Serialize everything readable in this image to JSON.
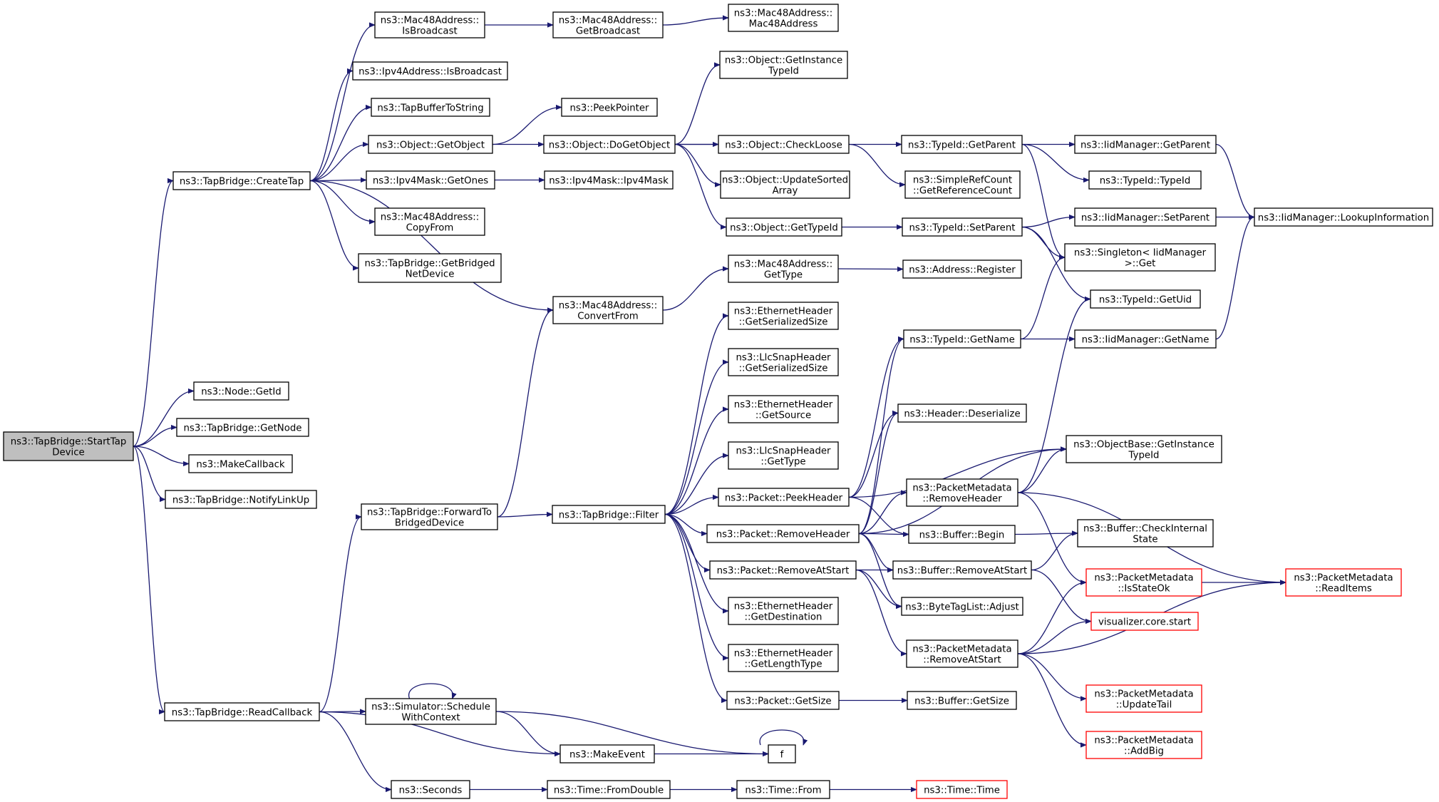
{
  "diagram": {
    "title": "",
    "root": "ns3::TapBridge::StartTap Device",
    "nodes": [
      {
        "id": "startTap",
        "lines": [
          "ns3::TapBridge::StartTap",
          "Device"
        ],
        "style": "root"
      },
      {
        "id": "createTap",
        "lines": [
          "ns3::TapBridge::CreateTap"
        ]
      },
      {
        "id": "nodeGetId",
        "lines": [
          "ns3::Node::GetId"
        ]
      },
      {
        "id": "getNode",
        "lines": [
          "ns3::TapBridge::GetNode"
        ]
      },
      {
        "id": "makeCallback",
        "lines": [
          "ns3::MakeCallback"
        ]
      },
      {
        "id": "notifyLinkUp",
        "lines": [
          "ns3::TapBridge::NotifyLinkUp"
        ]
      },
      {
        "id": "readCallback",
        "lines": [
          "ns3::TapBridge::ReadCallback"
        ]
      },
      {
        "id": "macIsBroadcast",
        "lines": [
          "ns3::Mac48Address::",
          "IsBroadcast"
        ]
      },
      {
        "id": "ipv4IsBroadcast",
        "lines": [
          "ns3::Ipv4Address::IsBroadcast"
        ]
      },
      {
        "id": "tapBufferToString",
        "lines": [
          "ns3::TapBufferToString"
        ]
      },
      {
        "id": "objGetObject",
        "lines": [
          "ns3::Object::GetObject"
        ]
      },
      {
        "id": "ipv4MaskGetOnes",
        "lines": [
          "ns3::Ipv4Mask::GetOnes"
        ]
      },
      {
        "id": "macCopyFrom",
        "lines": [
          "ns3::Mac48Address::",
          "CopyFrom"
        ]
      },
      {
        "id": "getBridgedNetDevice",
        "lines": [
          "ns3::TapBridge::GetBridged",
          "NetDevice"
        ]
      },
      {
        "id": "forwardTo",
        "lines": [
          "ns3::TapBridge::ForwardTo",
          "BridgedDevice"
        ]
      },
      {
        "id": "scheduleWithContext",
        "lines": [
          "ns3::Simulator::Schedule",
          "WithContext"
        ]
      },
      {
        "id": "seconds",
        "lines": [
          "ns3::Seconds"
        ]
      },
      {
        "id": "macGetBroadcast",
        "lines": [
          "ns3::Mac48Address::",
          "GetBroadcast"
        ]
      },
      {
        "id": "peekPointer",
        "lines": [
          "ns3::PeekPointer"
        ]
      },
      {
        "id": "doGetObject",
        "lines": [
          "ns3::Object::DoGetObject"
        ]
      },
      {
        "id": "ipv4MaskCtor",
        "lines": [
          "ns3::Ipv4Mask::Ipv4Mask"
        ]
      },
      {
        "id": "macConvertFrom",
        "lines": [
          "ns3::Mac48Address::",
          "ConvertFrom"
        ]
      },
      {
        "id": "tapFilter",
        "lines": [
          "ns3::TapBridge::Filter"
        ]
      },
      {
        "id": "makeEvent",
        "lines": [
          "ns3::MakeEvent"
        ]
      },
      {
        "id": "timeFromDouble",
        "lines": [
          "ns3::Time::FromDouble"
        ]
      },
      {
        "id": "macCtor",
        "lines": [
          "ns3::Mac48Address::",
          "Mac48Address"
        ]
      },
      {
        "id": "getInstanceTypeId",
        "lines": [
          "ns3::Object::GetInstance",
          "TypeId"
        ]
      },
      {
        "id": "checkLoose",
        "lines": [
          "ns3::Object::CheckLoose"
        ]
      },
      {
        "id": "updateSortedArray",
        "lines": [
          "ns3::Object::UpdateSorted",
          "Array"
        ]
      },
      {
        "id": "objGetTypeId",
        "lines": [
          "ns3::Object::GetTypeId"
        ]
      },
      {
        "id": "macGetType",
        "lines": [
          "ns3::Mac48Address::",
          "GetType"
        ]
      },
      {
        "id": "ethGetSerializedSize",
        "lines": [
          "ns3::EthernetHeader",
          "::GetSerializedSize"
        ]
      },
      {
        "id": "llcGetSerializedSize",
        "lines": [
          "ns3::LlcSnapHeader",
          "::GetSerializedSize"
        ]
      },
      {
        "id": "ethGetSource",
        "lines": [
          "ns3::EthernetHeader",
          "::GetSource"
        ]
      },
      {
        "id": "llcGetType",
        "lines": [
          "ns3::LlcSnapHeader",
          "::GetType"
        ]
      },
      {
        "id": "packetPeekHeader",
        "lines": [
          "ns3::Packet::PeekHeader"
        ]
      },
      {
        "id": "packetRemoveHeader",
        "lines": [
          "ns3::Packet::RemoveHeader"
        ]
      },
      {
        "id": "packetRemoveAtStart",
        "lines": [
          "ns3::Packet::RemoveAtStart"
        ]
      },
      {
        "id": "ethGetDestination",
        "lines": [
          "ns3::EthernetHeader",
          "::GetDestination"
        ]
      },
      {
        "id": "ethGetLengthType",
        "lines": [
          "ns3::EthernetHeader",
          "::GetLengthType"
        ]
      },
      {
        "id": "packetGetSize",
        "lines": [
          "ns3::Packet::GetSize"
        ]
      },
      {
        "id": "f",
        "lines": [
          "f"
        ]
      },
      {
        "id": "timeFrom",
        "lines": [
          "ns3::Time::From"
        ]
      },
      {
        "id": "typeIdGetParent",
        "lines": [
          "ns3::TypeId::GetParent"
        ]
      },
      {
        "id": "getReferenceCount",
        "lines": [
          "ns3::SimpleRefCount",
          "::GetReferenceCount"
        ]
      },
      {
        "id": "typeIdSetParent",
        "lines": [
          "ns3::TypeId::SetParent"
        ]
      },
      {
        "id": "addressRegister",
        "lines": [
          "ns3::Address::Register"
        ]
      },
      {
        "id": "typeIdGetName",
        "lines": [
          "ns3::TypeId::GetName"
        ]
      },
      {
        "id": "headerDeserialize",
        "lines": [
          "ns3::Header::Deserialize"
        ]
      },
      {
        "id": "pmRemoveHeader",
        "lines": [
          "ns3::PacketMetadata",
          "::RemoveHeader"
        ]
      },
      {
        "id": "bufferBegin",
        "lines": [
          "ns3::Buffer::Begin"
        ]
      },
      {
        "id": "bufferRemoveAtStart",
        "lines": [
          "ns3::Buffer::RemoveAtStart"
        ]
      },
      {
        "id": "byteTagListAdjust",
        "lines": [
          "ns3::ByteTagList::Adjust"
        ]
      },
      {
        "id": "pmRemoveAtStart",
        "lines": [
          "ns3::PacketMetadata",
          "::RemoveAtStart"
        ]
      },
      {
        "id": "bufferGetSize",
        "lines": [
          "ns3::Buffer::GetSize"
        ]
      },
      {
        "id": "timeTime",
        "lines": [
          "ns3::Time::Time"
        ],
        "style": "red"
      },
      {
        "id": "iidGetParent",
        "lines": [
          "ns3::IidManager::GetParent"
        ]
      },
      {
        "id": "typeIdTypeId",
        "lines": [
          "ns3::TypeId::TypeId"
        ]
      },
      {
        "id": "iidSetParent",
        "lines": [
          "ns3::IidManager::SetParent"
        ]
      },
      {
        "id": "singletonGet",
        "lines": [
          "ns3::Singleton< IidManager",
          "&gt;::Get"
        ]
      },
      {
        "id": "typeIdGetUid",
        "lines": [
          "ns3::TypeId::GetUid"
        ]
      },
      {
        "id": "iidGetName",
        "lines": [
          "ns3::IidManager::GetName"
        ]
      },
      {
        "id": "objectBaseGetInstanceTypeId",
        "lines": [
          "ns3::ObjectBase::GetInstance",
          "TypeId"
        ]
      },
      {
        "id": "bufferCheckInternalState",
        "lines": [
          "ns3::Buffer::CheckInternal",
          "State"
        ]
      },
      {
        "id": "pmIsStateOk",
        "lines": [
          "ns3::PacketMetadata",
          "::IsStateOk"
        ],
        "style": "red"
      },
      {
        "id": "visualizerCoreStart",
        "lines": [
          "visualizer.core.start"
        ],
        "style": "red"
      },
      {
        "id": "pmUpdateTail",
        "lines": [
          "ns3::PacketMetadata",
          "::UpdateTail"
        ],
        "style": "red"
      },
      {
        "id": "pmAddBig",
        "lines": [
          "ns3::PacketMetadata",
          "::AddBig"
        ],
        "style": "red"
      },
      {
        "id": "iidLookupInformation",
        "lines": [
          "ns3::IidManager::LookupInformation"
        ]
      },
      {
        "id": "pmReadItems",
        "lines": [
          "ns3::PacketMetadata",
          "::ReadItems"
        ],
        "style": "red"
      }
    ],
    "edges": [
      [
        "startTap",
        "createTap"
      ],
      [
        "startTap",
        "nodeGetId"
      ],
      [
        "startTap",
        "getNode"
      ],
      [
        "startTap",
        "makeCallback"
      ],
      [
        "startTap",
        "notifyLinkUp"
      ],
      [
        "startTap",
        "readCallback"
      ],
      [
        "createTap",
        "macIsBroadcast"
      ],
      [
        "createTap",
        "ipv4IsBroadcast"
      ],
      [
        "createTap",
        "tapBufferToString"
      ],
      [
        "createTap",
        "objGetObject"
      ],
      [
        "createTap",
        "ipv4MaskGetOnes"
      ],
      [
        "createTap",
        "macCopyFrom"
      ],
      [
        "createTap",
        "getBridgedNetDevice"
      ],
      [
        "createTap",
        "macConvertFrom"
      ],
      [
        "readCallback",
        "forwardTo"
      ],
      [
        "readCallback",
        "scheduleWithContext"
      ],
      [
        "readCallback",
        "makeEvent"
      ],
      [
        "readCallback",
        "seconds"
      ],
      [
        "macIsBroadcast",
        "macGetBroadcast"
      ],
      [
        "macGetBroadcast",
        "macCtor"
      ],
      [
        "objGetObject",
        "peekPointer"
      ],
      [
        "objGetObject",
        "doGetObject"
      ],
      [
        "ipv4MaskGetOnes",
        "ipv4MaskCtor"
      ],
      [
        "forwardTo",
        "macConvertFrom"
      ],
      [
        "forwardTo",
        "tapFilter"
      ],
      [
        "scheduleWithContext",
        "scheduleWithContext"
      ],
      [
        "scheduleWithContext",
        "makeEvent"
      ],
      [
        "scheduleWithContext",
        "f"
      ],
      [
        "makeEvent",
        "f"
      ],
      [
        "f",
        "f"
      ],
      [
        "seconds",
        "timeFromDouble"
      ],
      [
        "timeFromDouble",
        "timeFrom"
      ],
      [
        "timeFrom",
        "timeTime"
      ],
      [
        "doGetObject",
        "getInstanceTypeId"
      ],
      [
        "doGetObject",
        "checkLoose"
      ],
      [
        "doGetObject",
        "updateSortedArray"
      ],
      [
        "doGetObject",
        "objGetTypeId"
      ],
      [
        "doGetObject",
        "typeIdGetParent"
      ],
      [
        "checkLoose",
        "getReferenceCount"
      ],
      [
        "objGetTypeId",
        "typeIdSetParent"
      ],
      [
        "macConvertFrom",
        "macGetType"
      ],
      [
        "macGetType",
        "addressRegister"
      ],
      [
        "tapFilter",
        "ethGetSerializedSize"
      ],
      [
        "tapFilter",
        "llcGetSerializedSize"
      ],
      [
        "tapFilter",
        "ethGetSource"
      ],
      [
        "tapFilter",
        "llcGetType"
      ],
      [
        "tapFilter",
        "packetPeekHeader"
      ],
      [
        "tapFilter",
        "packetRemoveHeader"
      ],
      [
        "tapFilter",
        "packetRemoveAtStart"
      ],
      [
        "tapFilter",
        "ethGetDestination"
      ],
      [
        "tapFilter",
        "ethGetLengthType"
      ],
      [
        "tapFilter",
        "packetGetSize"
      ],
      [
        "packetPeekHeader",
        "typeIdGetName"
      ],
      [
        "packetPeekHeader",
        "headerDeserialize"
      ],
      [
        "packetPeekHeader",
        "objectBaseGetInstanceTypeId"
      ],
      [
        "packetPeekHeader",
        "bufferBegin"
      ],
      [
        "packetRemoveHeader",
        "typeIdGetName"
      ],
      [
        "packetRemoveHeader",
        "headerDeserialize"
      ],
      [
        "packetRemoveHeader",
        "objectBaseGetInstanceTypeId"
      ],
      [
        "packetRemoveHeader",
        "pmRemoveHeader"
      ],
      [
        "packetRemoveHeader",
        "bufferBegin"
      ],
      [
        "packetRemoveHeader",
        "bufferRemoveAtStart"
      ],
      [
        "packetRemoveHeader",
        "byteTagListAdjust"
      ],
      [
        "packetRemoveAtStart",
        "bufferRemoveAtStart"
      ],
      [
        "packetRemoveAtStart",
        "byteTagListAdjust"
      ],
      [
        "packetRemoveAtStart",
        "pmRemoveAtStart"
      ],
      [
        "packetGetSize",
        "bufferGetSize"
      ],
      [
        "typeIdGetParent",
        "iidGetParent"
      ],
      [
        "typeIdGetParent",
        "typeIdTypeId"
      ],
      [
        "typeIdGetParent",
        "singletonGet"
      ],
      [
        "typeIdSetParent",
        "iidSetParent"
      ],
      [
        "typeIdSetParent",
        "singletonGet"
      ],
      [
        "typeIdSetParent",
        "typeIdGetUid"
      ],
      [
        "typeIdGetName",
        "singletonGet"
      ],
      [
        "typeIdGetName",
        "iidGetName"
      ],
      [
        "pmRemoveHeader",
        "typeIdGetUid"
      ],
      [
        "pmRemoveHeader",
        "objectBaseGetInstanceTypeId"
      ],
      [
        "pmRemoveHeader",
        "pmIsStateOk"
      ],
      [
        "pmRemoveHeader",
        "pmReadItems"
      ],
      [
        "bufferBegin",
        "bufferCheckInternalState"
      ],
      [
        "bufferRemoveAtStart",
        "bufferCheckInternalState"
      ],
      [
        "bufferRemoveAtStart",
        "visualizerCoreStart"
      ],
      [
        "pmRemoveAtStart",
        "pmIsStateOk"
      ],
      [
        "pmRemoveAtStart",
        "visualizerCoreStart"
      ],
      [
        "pmRemoveAtStart",
        "pmReadItems"
      ],
      [
        "pmRemoveAtStart",
        "pmUpdateTail"
      ],
      [
        "pmRemoveAtStart",
        "pmAddBig"
      ],
      [
        "iidGetParent",
        "iidLookupInformation"
      ],
      [
        "iidSetParent",
        "iidLookupInformation"
      ],
      [
        "iidGetName",
        "iidLookupInformation"
      ],
      [
        "pmIsStateOk",
        "pmReadItems"
      ]
    ]
  }
}
